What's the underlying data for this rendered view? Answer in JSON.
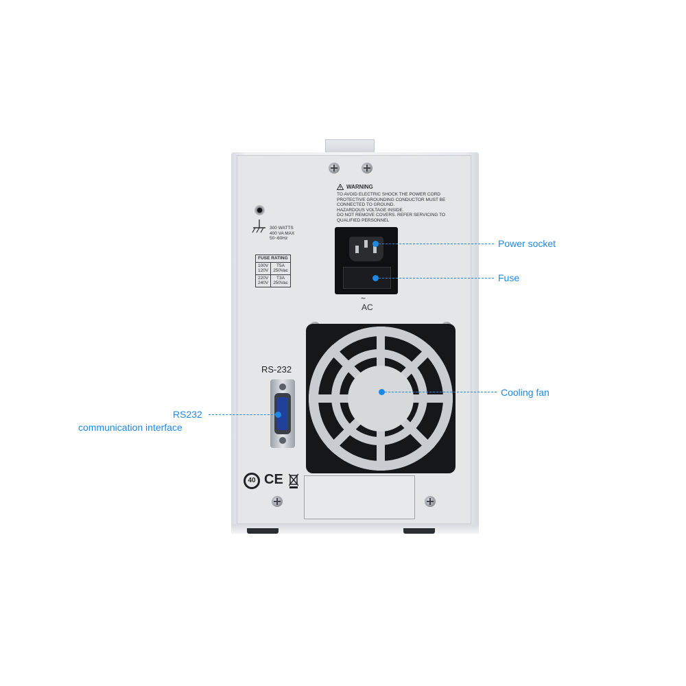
{
  "panel": {
    "power_rating": [
      "300 WATTS",
      "400 VA MAX",
      "50~60Hz"
    ],
    "fuse_rating": {
      "title": "FUSE RATING",
      "rows": [
        {
          "voltage": "100V\n120V",
          "fuse": "T5A\n250Vac"
        },
        {
          "voltage": "220V\n240V",
          "fuse": "T3A\n250Vac"
        }
      ]
    },
    "warning": {
      "title": "WARNING",
      "lines": [
        "TO AVOID ELECTRIC SHOCK THE POWER CORD",
        "PROTECTIVE GROUNDING CONDUCTOR MUST BE",
        "CONNECTED TO GROUND.",
        "HAZARDOUS VOLTAGE INSIDE.",
        "DO NOT REMOVE COVERS. REFER SERVICING TO",
        "QUALIFIED PERSONNEL"
      ]
    },
    "ac_symbol": "~",
    "ac_label": "AC",
    "rs232_label": "RS-232",
    "cert_40": "40",
    "cert_ce": "CE"
  },
  "callouts": {
    "power_socket": "Power socket",
    "fuse": "Fuse",
    "cooling_fan": "Cooling fan",
    "rs232_line1": "RS232",
    "rs232_line2": "communication interface"
  },
  "colors": {
    "callout": "#1e88e5",
    "panel": "#e4e6e8"
  }
}
